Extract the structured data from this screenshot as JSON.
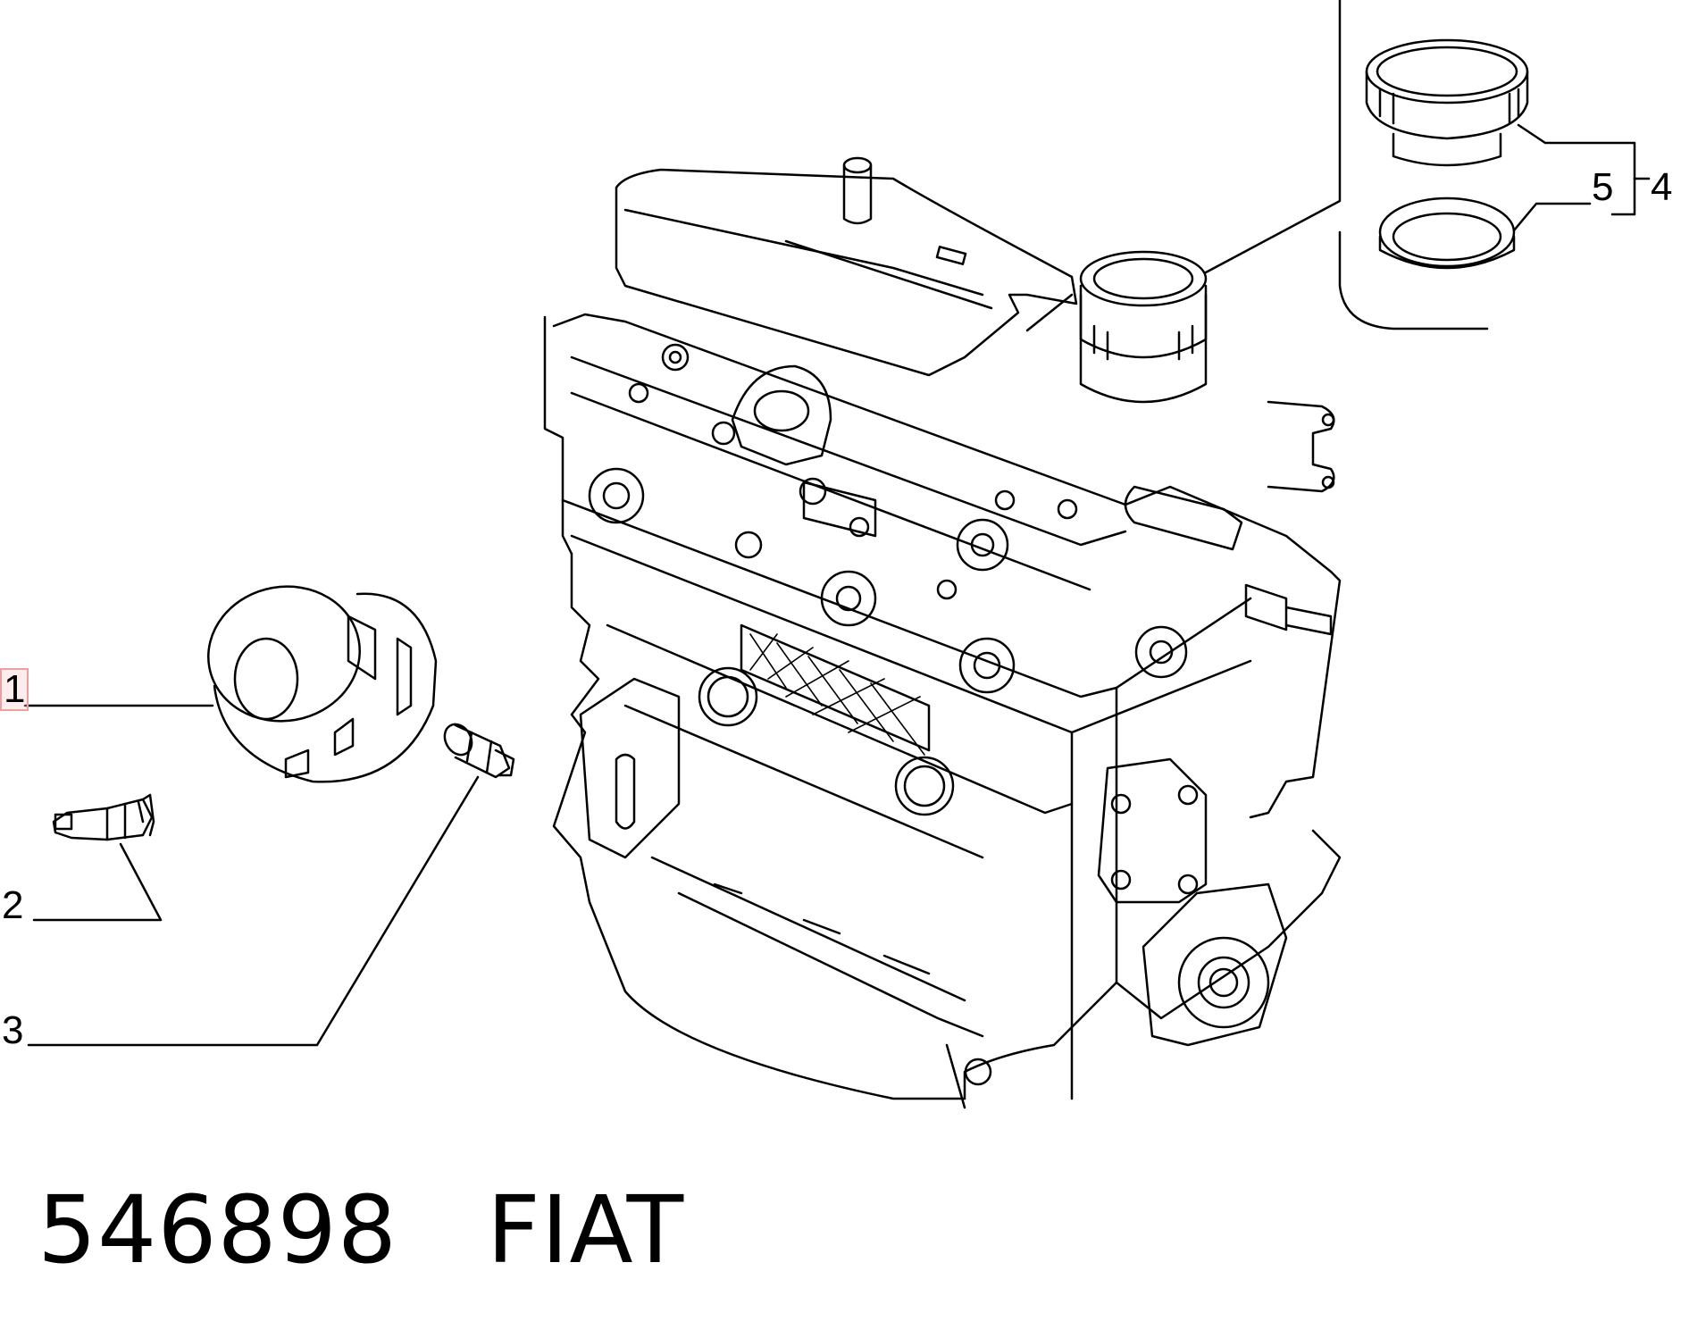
{
  "callouts": {
    "c1": "1",
    "c2": "2",
    "c3": "3",
    "c4": "4",
    "c5": "5"
  },
  "caption": {
    "part_number": "546898",
    "brand": "FIAT"
  },
  "colors": {
    "line": "#000000",
    "background": "#ffffff",
    "highlight": "#e8a0a0"
  },
  "icons": [
    "engine-block-drawing",
    "oil-filter",
    "oil-pressure-switch",
    "drain-plug",
    "oil-filler-cap",
    "filler-cap-seal"
  ]
}
